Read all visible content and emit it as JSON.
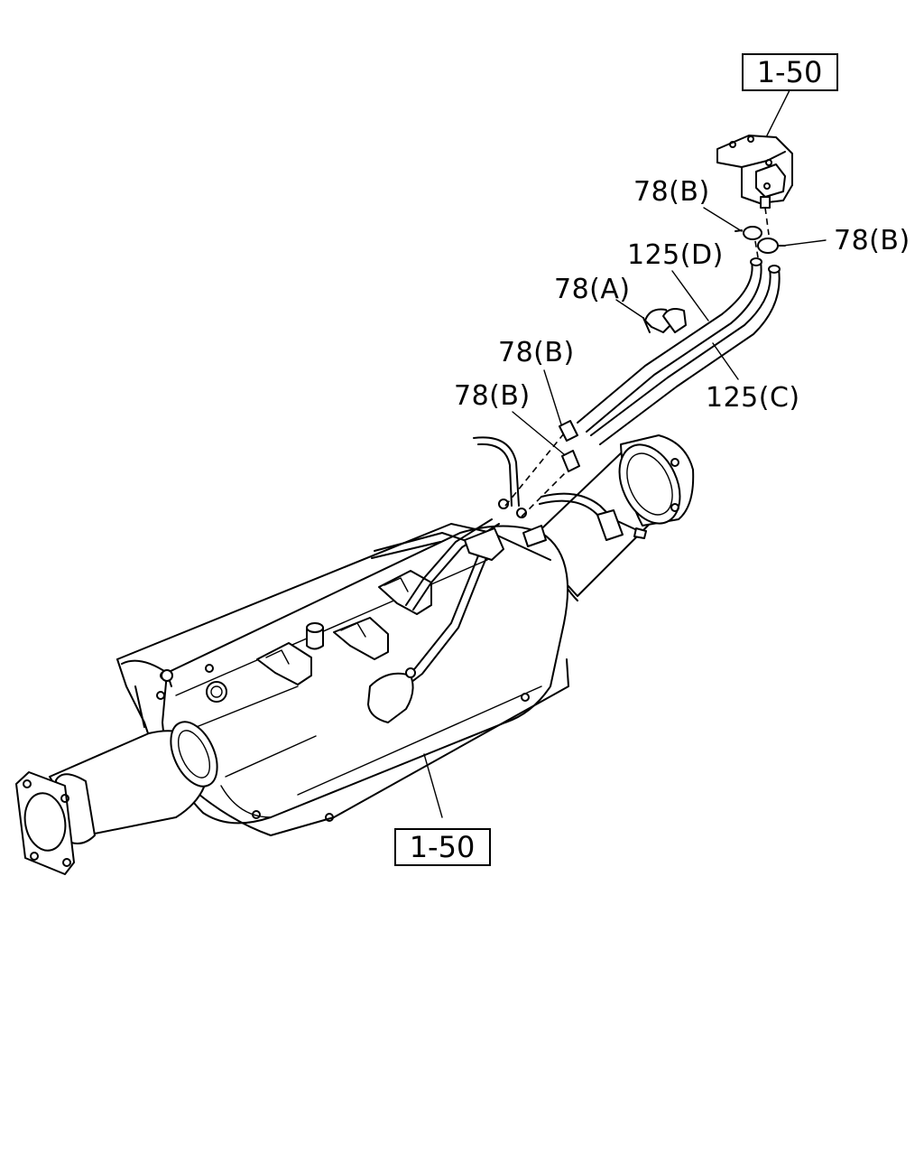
{
  "callouts": {
    "ref_top": "1-50",
    "ref_bottom": "1-50",
    "clamp_78b_upper_left": "78(B)",
    "clamp_78b_upper_right": "78(B)",
    "hose_125d": "125(D)",
    "clip_78a": "78(A)",
    "clamp_78b_mid_upper": "78(B)",
    "clamp_78b_mid_lower": "78(B)",
    "hose_125c": "125(C)"
  }
}
